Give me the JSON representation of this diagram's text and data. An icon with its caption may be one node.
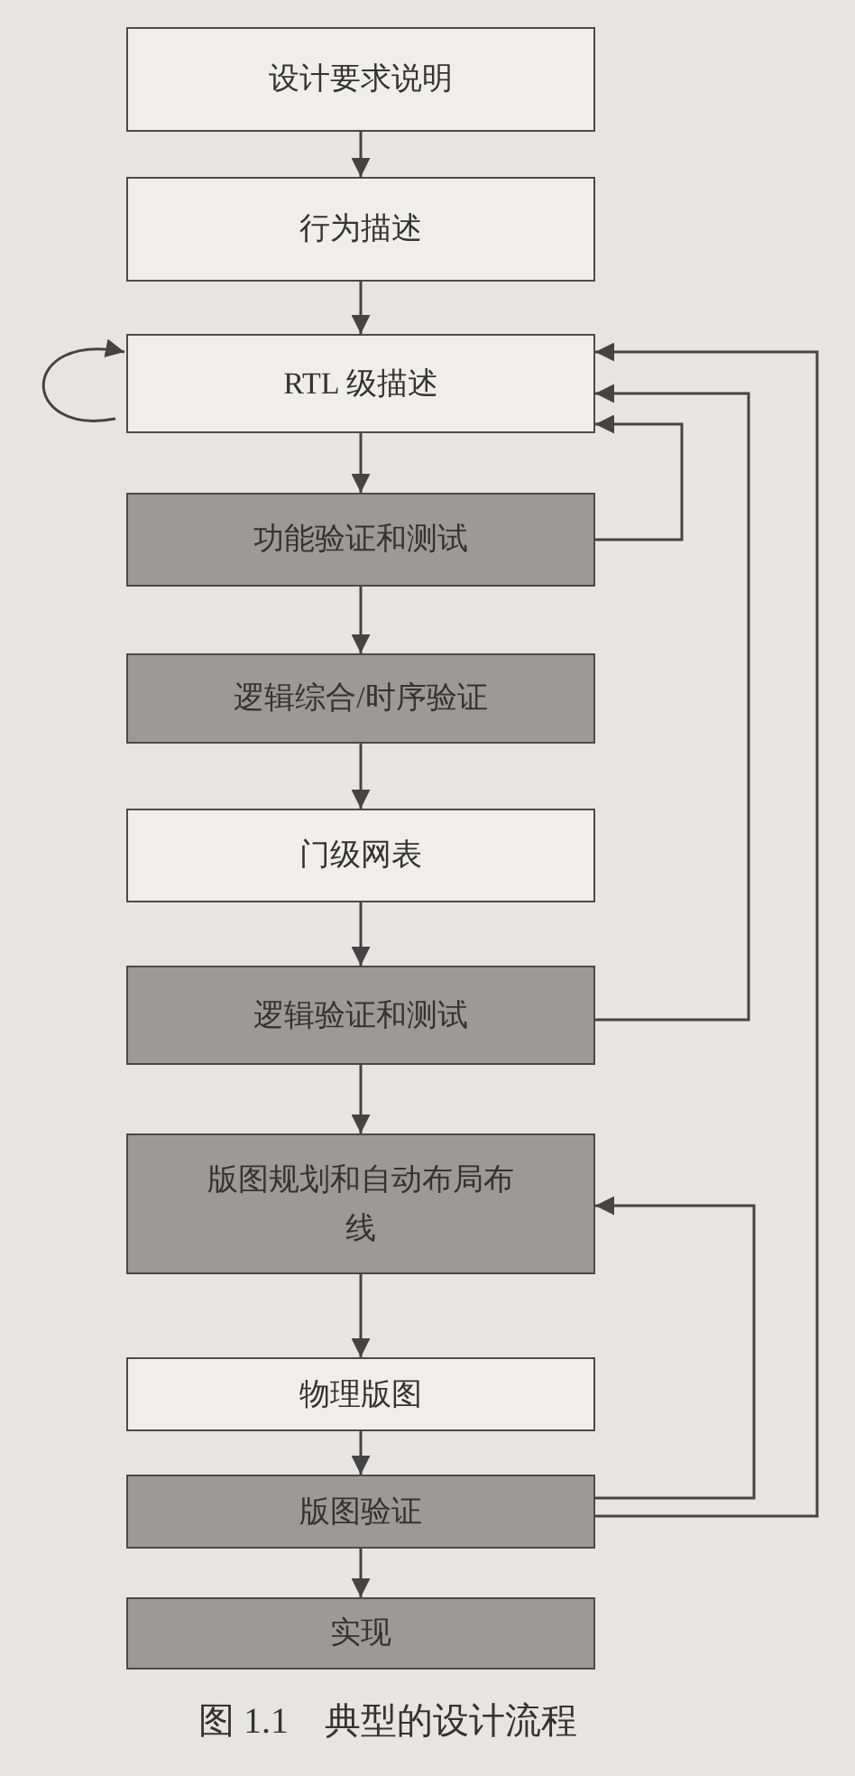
{
  "diagram": {
    "caption": "图 1.1　典型的设计流程",
    "nodes": [
      {
        "text": [
          "设计要求说明"
        ]
      },
      {
        "text": [
          "行为描述"
        ]
      },
      {
        "text": [
          "RTL 级描述"
        ]
      },
      {
        "text": [
          "功能验证和测试"
        ]
      },
      {
        "text": [
          "逻辑综合/时序验证"
        ]
      },
      {
        "text": [
          "门级网表"
        ]
      },
      {
        "text": [
          "逻辑验证和测试"
        ]
      },
      {
        "text": [
          "版图规划和自动布局布线"
        ]
      },
      {
        "text": [
          "物理版图"
        ]
      },
      {
        "text": [
          "版图验证"
        ]
      },
      {
        "text": [
          "实现"
        ]
      }
    ],
    "edges": [
      {
        "from": 0,
        "to": 1,
        "arrow": "to"
      },
      {
        "from": 1,
        "to": 2,
        "arrow": "to"
      },
      {
        "from": 2,
        "to": 2,
        "arrow": "to"
      },
      {
        "from": 2,
        "to": 3,
        "arrow": "to"
      },
      {
        "from": 3,
        "to": 2,
        "arrow": "to"
      },
      {
        "from": 3,
        "to": 4,
        "arrow": "to"
      },
      {
        "from": 4,
        "to": 5,
        "arrow": "to"
      },
      {
        "from": 5,
        "to": 6,
        "arrow": "to"
      },
      {
        "from": 6,
        "to": 2,
        "arrow": "to"
      },
      {
        "from": 6,
        "to": 7,
        "arrow": "to"
      },
      {
        "from": 7,
        "to": 8,
        "arrow": "to"
      },
      {
        "from": 8,
        "to": 9,
        "arrow": "to"
      },
      {
        "from": 9,
        "to": 2,
        "arrow": "to"
      },
      {
        "from": 9,
        "to": 7,
        "arrow": "to"
      },
      {
        "from": 9,
        "to": 10,
        "arrow": "to"
      }
    ]
  }
}
